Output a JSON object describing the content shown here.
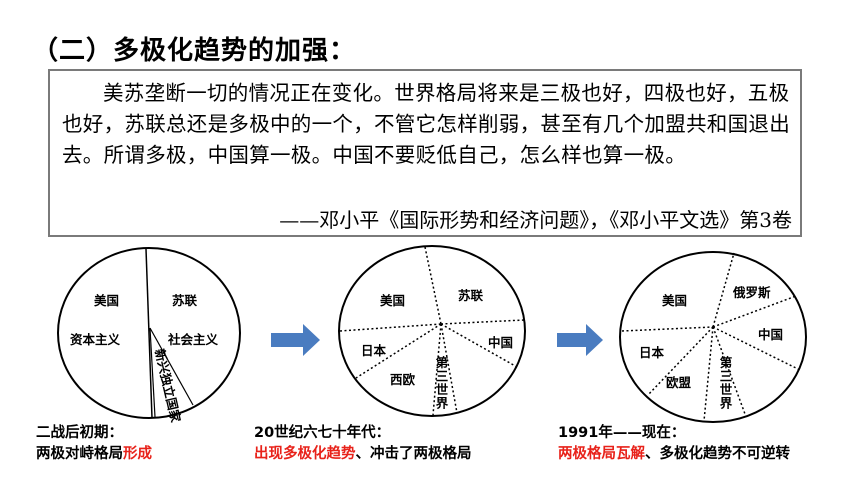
{
  "heading": "（二）多极化趋势的加强：",
  "quote": {
    "text": "美苏垄断一切的情况正在变化。世界格局将来是三极也好，四极也好，五极也好，苏联总还是多极中的一个，不管它怎样削弱，甚至有几个加盟共和国退出去。所谓多极，中国算一极。中国不要贬低自己，怎么样也算一极。",
    "source": "——邓小平《国际形势和经济问题》，《邓小平文选》第3卷"
  },
  "colors": {
    "arrow": "#4a7cc0",
    "highlight": "#e8221a",
    "circle_stroke": "#000000"
  },
  "diagrams": [
    {
      "labels": {
        "usa": "美国",
        "ussr": "苏联",
        "capitalism": "资本主义",
        "socialism": "社会主义",
        "new_nations": "新兴独立国家"
      },
      "caption_line1": "二战后初期：",
      "caption_line2_plain": "两极对峙格局",
      "caption_line2_red": "形成"
    },
    {
      "labels": {
        "usa": "美国",
        "ussr": "苏联",
        "japan": "日本",
        "western_europe": "西欧",
        "china": "中国",
        "third_world": "第三世界"
      },
      "caption_line1": "20世纪六七十年代：",
      "caption_line2_red": "出现多极化趋势",
      "caption_line2_plain": "、冲击了两极格局"
    },
    {
      "labels": {
        "usa": "美国",
        "russia": "俄罗斯",
        "japan": "日本",
        "eu": "欧盟",
        "china": "中国",
        "third_world": "第三世界"
      },
      "caption_line1": "1991年——现在：",
      "caption_line2_red": "两极格局瓦解",
      "caption_line2_plain": "、多极化趋势不可逆转"
    }
  ]
}
